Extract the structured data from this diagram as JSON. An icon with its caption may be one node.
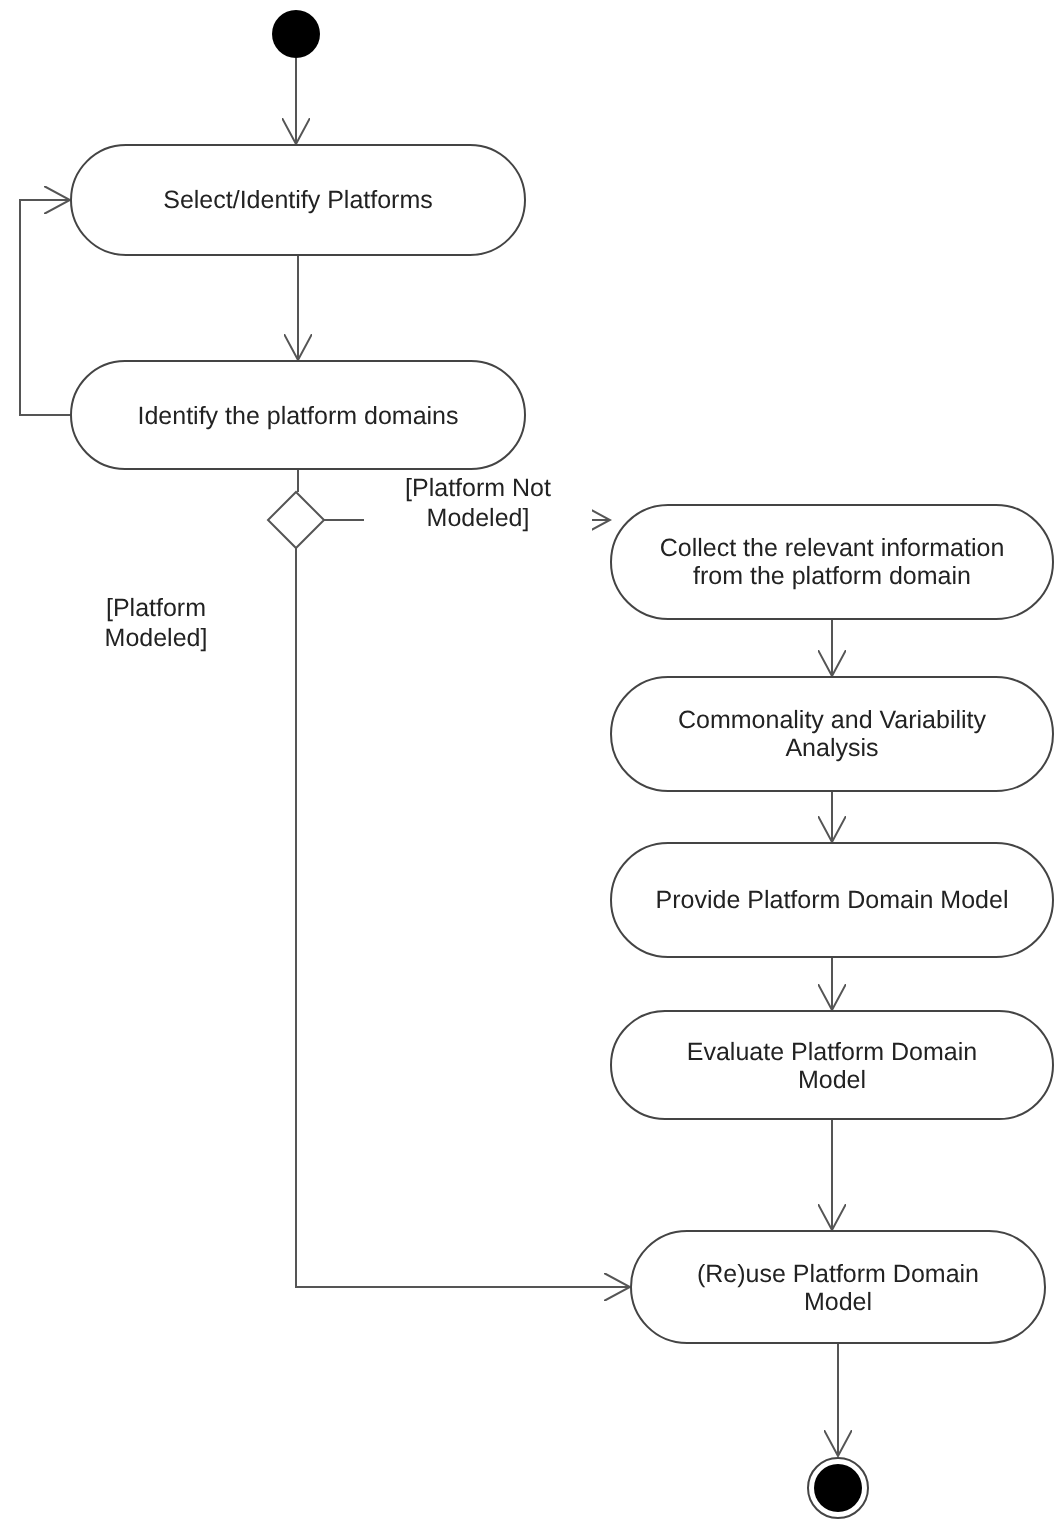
{
  "diagram": {
    "nodes": [
      {
        "text": [],
        "shape": "circle"
      },
      {
        "text": [
          "Select/Identify Platforms"
        ]
      },
      {
        "text": [
          "Identify the platform domains"
        ]
      },
      {
        "text": [],
        "shape": "diamond"
      },
      {
        "text": [
          "Collect the relevant information from the platform domain"
        ]
      },
      {
        "text": [
          "Commonality and Variability Analysis"
        ]
      },
      {
        "text": [
          "Provide Platform Domain Model"
        ]
      },
      {
        "text": [
          "Evaluate Platform Domain Model"
        ]
      },
      {
        "text": [
          "(Re)use Platform Domain Model"
        ]
      },
      {
        "text": [],
        "shape": "bullseye"
      }
    ],
    "edges": [
      {
        "from": 0,
        "to": 1,
        "arrow": "to"
      },
      {
        "from": 1,
        "to": 2,
        "arrow": "to"
      },
      {
        "from": 2,
        "to": 1,
        "arrow": "to"
      },
      {
        "from": 2,
        "to": 3,
        "arrow": "none"
      },
      {
        "from": 3,
        "to": 4,
        "arrow": "to",
        "label": "[Platform Not Modeled]"
      },
      {
        "from": 3,
        "to": 8,
        "arrow": "to",
        "label": "[Platform Modeled]"
      },
      {
        "from": 4,
        "to": 5,
        "arrow": "to"
      },
      {
        "from": 5,
        "to": 6,
        "arrow": "to"
      },
      {
        "from": 6,
        "to": 7,
        "arrow": "to"
      },
      {
        "from": 7,
        "to": 8,
        "arrow": "to"
      },
      {
        "from": 8,
        "to": 9,
        "arrow": "to"
      }
    ]
  }
}
